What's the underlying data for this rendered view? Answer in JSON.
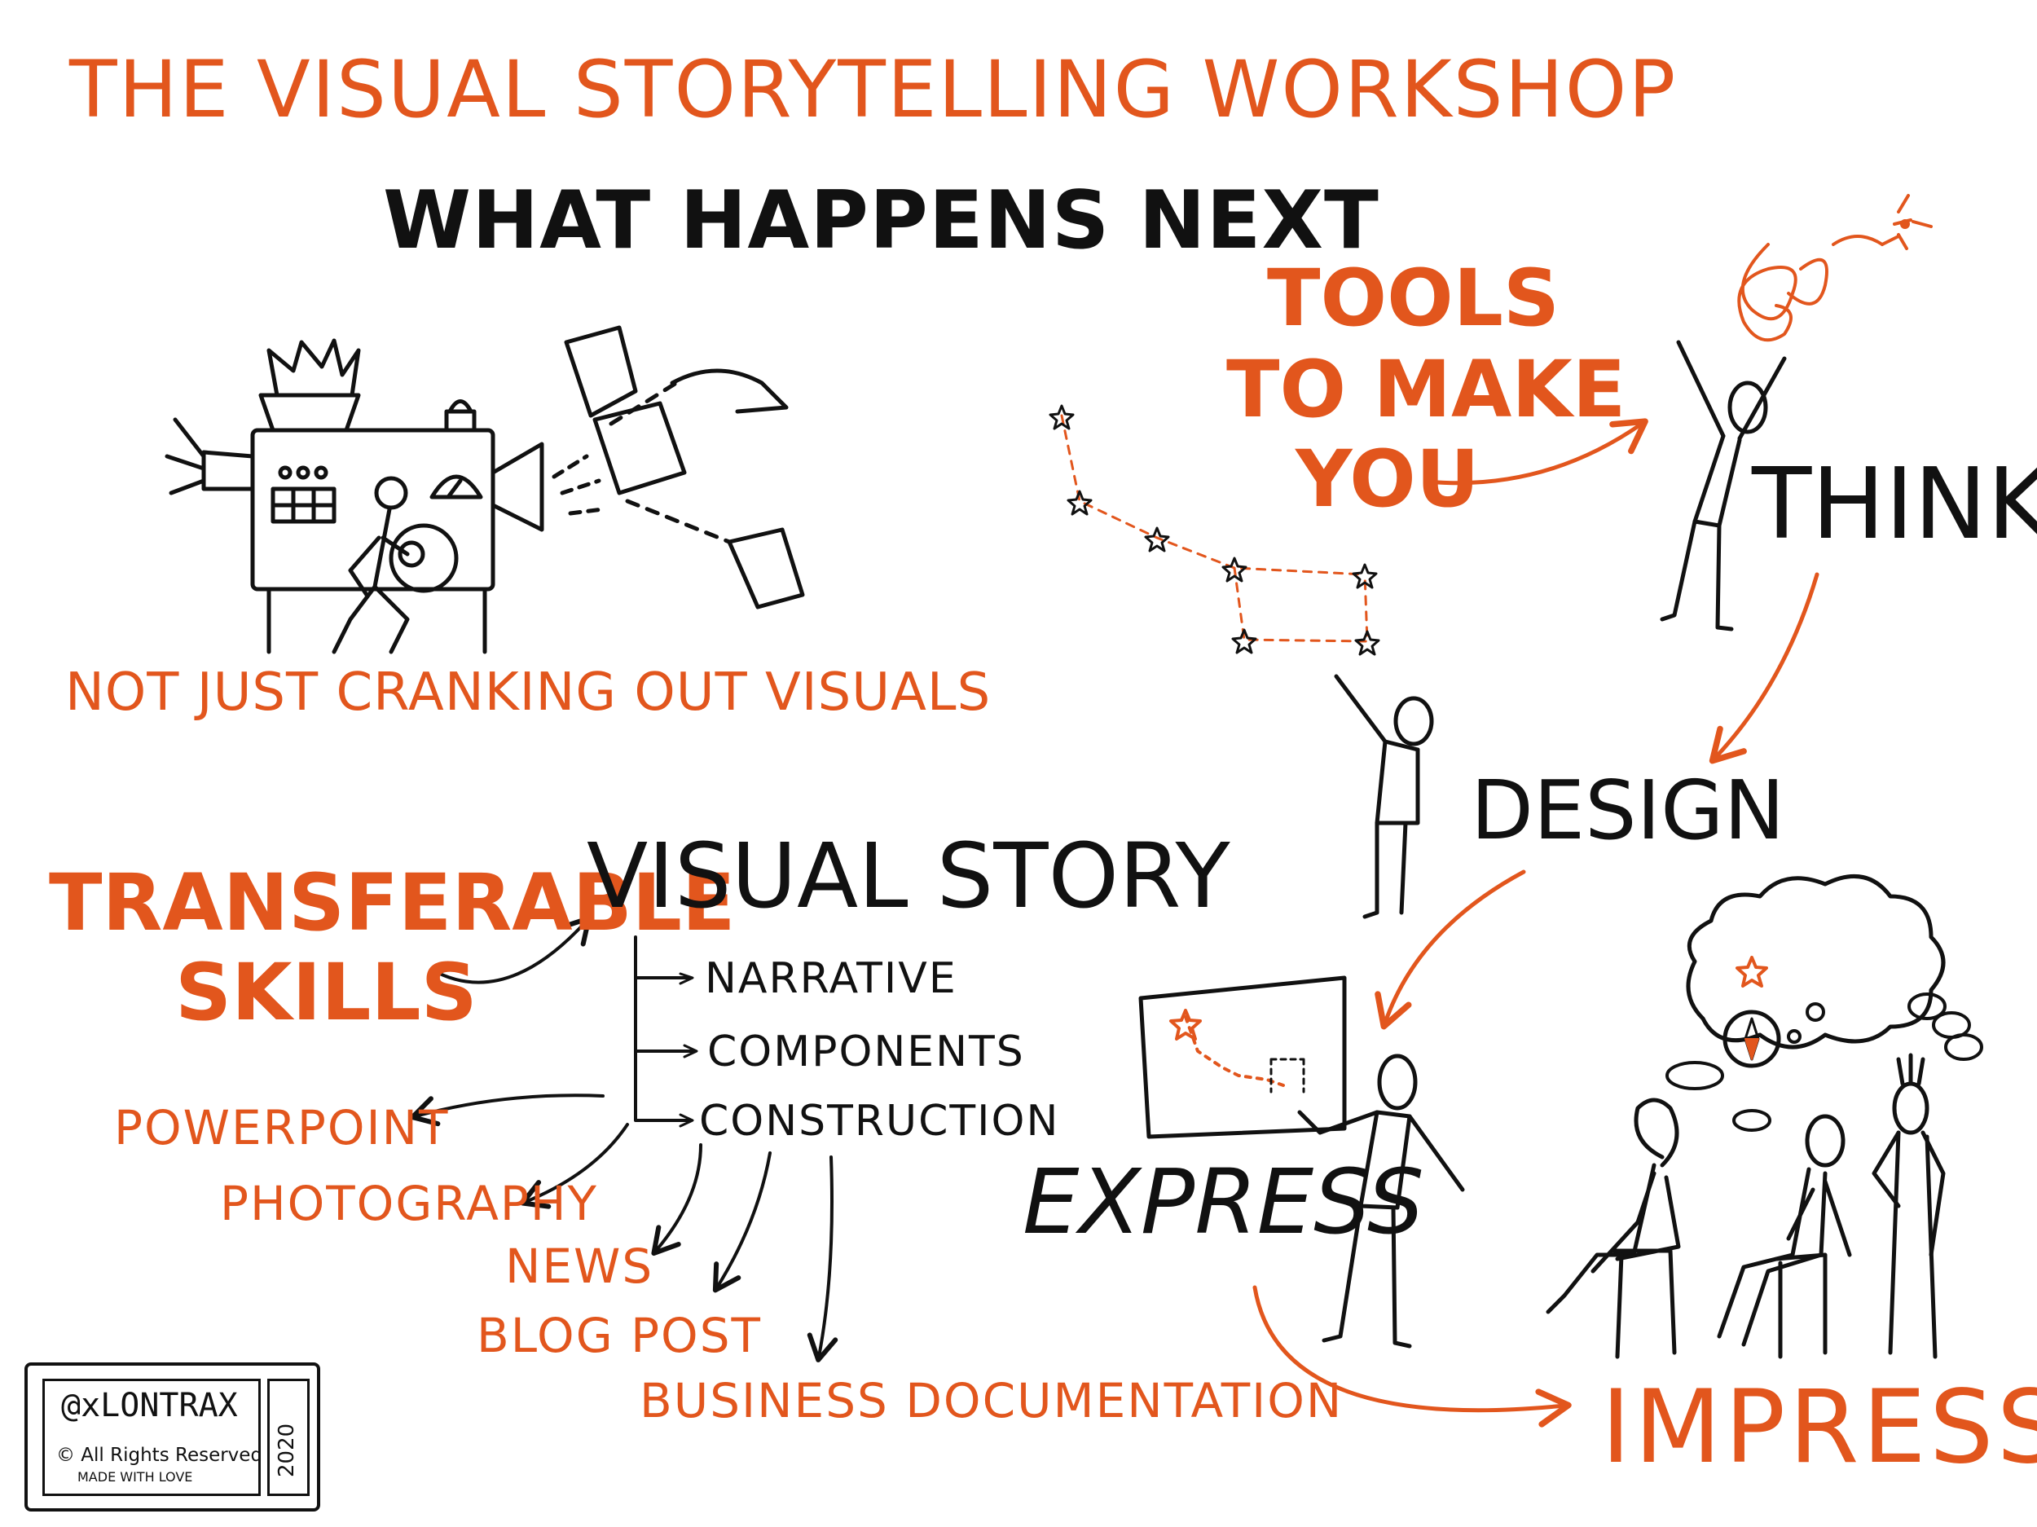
{
  "title": "THE VISUAL STORYTELLING WORKSHOP",
  "subtitle": "WHAT HAPPENS NEXT",
  "left_top_caption": "NOT JUST CRANKING OUT VISUALS",
  "tools": {
    "line1": "TOOLS",
    "line2": "TO MAKE",
    "line3": "YOU"
  },
  "stages": {
    "think": "THINK",
    "design": "DESIGN",
    "express": "EXPRESS",
    "impress": "IMPRESS"
  },
  "transferable": {
    "line1": "TRANSFERABLE",
    "line2": "SKILLS"
  },
  "visual_story": {
    "heading": "VISUAL STORY",
    "items": [
      "NARRATIVE",
      "COMPONENTS",
      "CONSTRUCTION"
    ]
  },
  "skills": [
    "POWERPOINT",
    "PHOTOGRAPHY",
    "NEWS",
    "BLOG POST",
    "BUSINESS DOCUMENTATION"
  ],
  "badge": {
    "handle": "@xLONTRAX",
    "rights": "© All Rights Reserved",
    "made": "MADE WITH LOVE",
    "year": "2020"
  },
  "colors": {
    "accent": "#e2561d",
    "ink": "#111111"
  }
}
